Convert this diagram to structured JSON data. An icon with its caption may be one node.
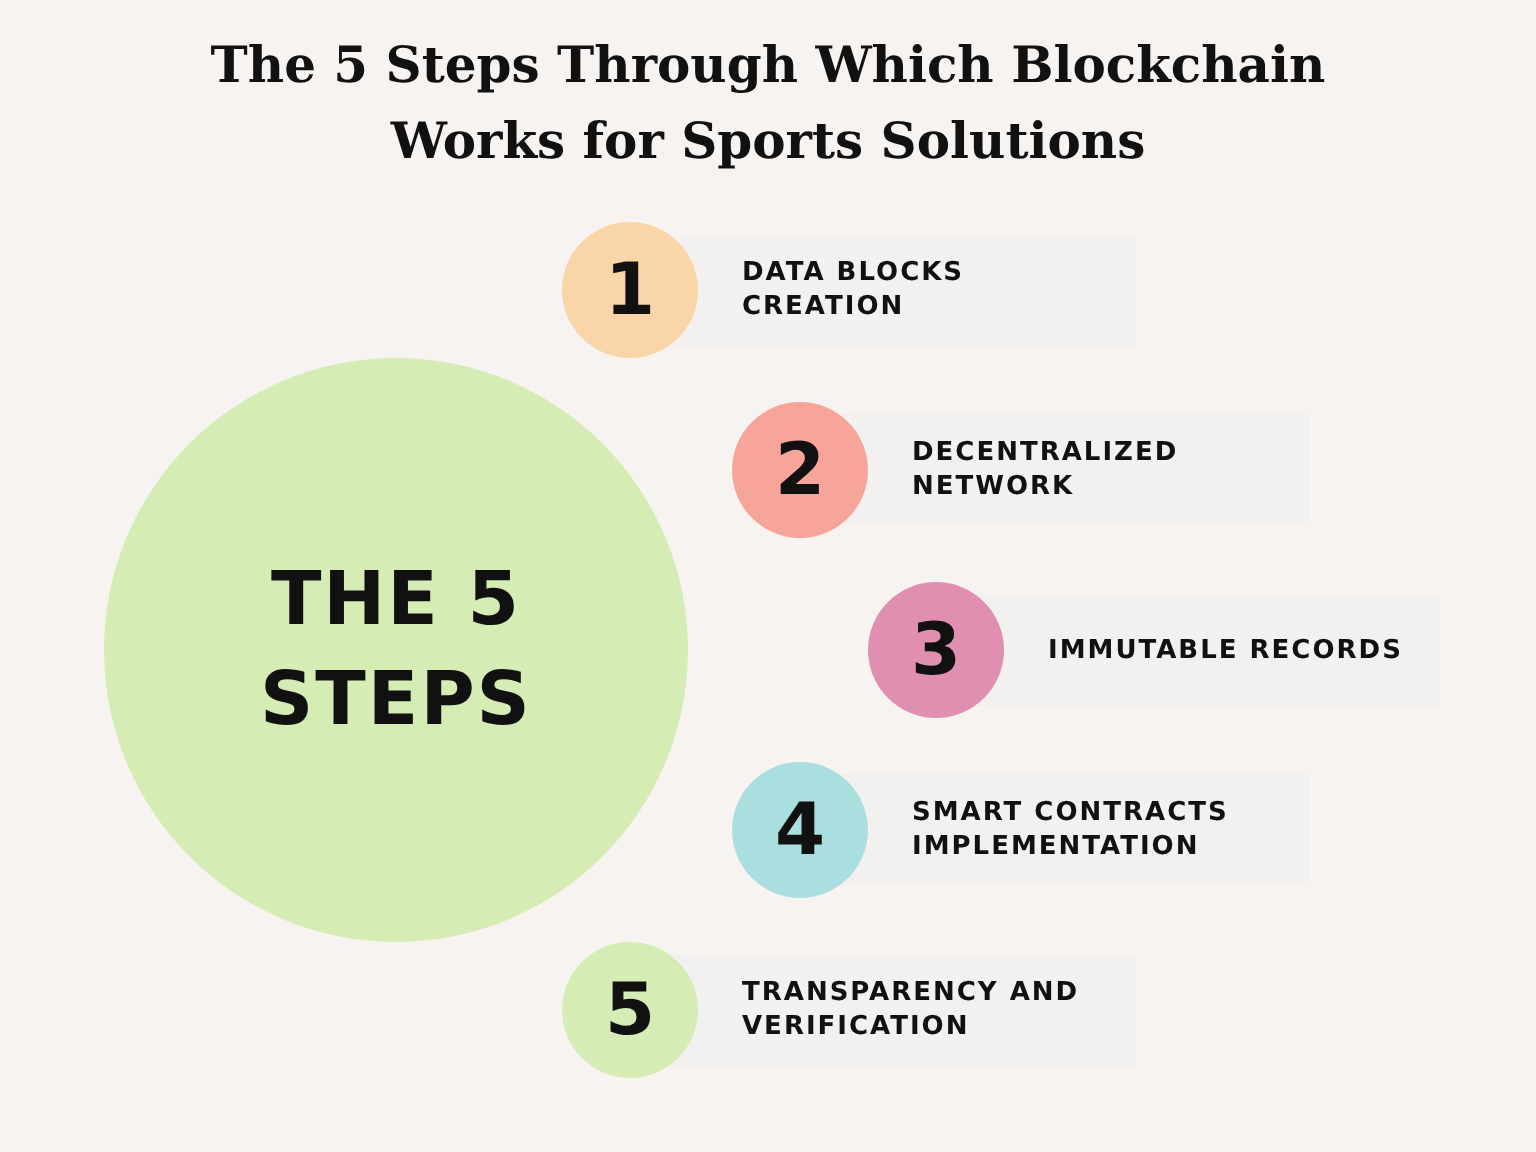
{
  "diagram": {
    "title": "The 5 Steps Through Which Blockchain Works for Sports Solutions",
    "nodes": [
      {
        "text": [
          "THE 5 STEPS"
        ]
      },
      {
        "text": [
          "1",
          "DATA BLOCKS CREATION"
        ]
      },
      {
        "text": [
          "2",
          "DECENTRALIZED NETWORK"
        ]
      },
      {
        "text": [
          "3",
          "IMMUTABLE RECORDS"
        ]
      },
      {
        "text": [
          "4",
          "SMART CONTRACTS IMPLEMENTATION"
        ]
      },
      {
        "text": [
          "5",
          "TRANSPARENCY AND VERIFICATION"
        ]
      }
    ],
    "edges": []
  }
}
